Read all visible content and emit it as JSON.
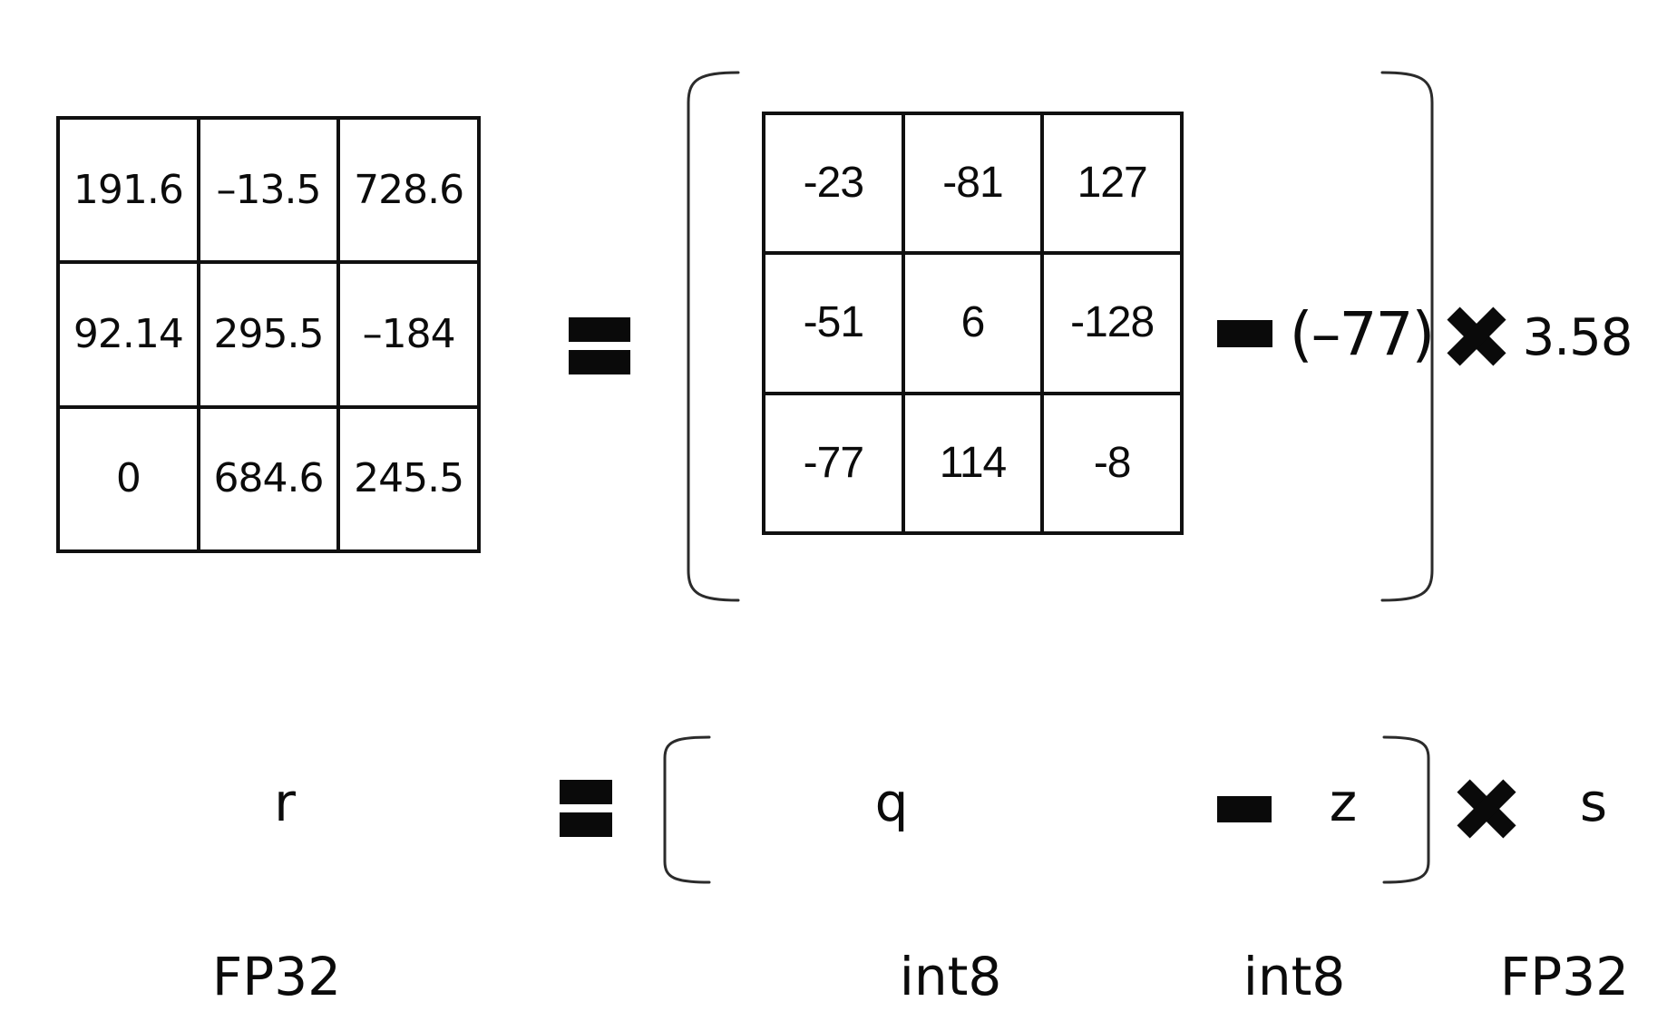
{
  "example_row": {
    "fp32_matrix": {
      "rows": [
        [
          "191.6",
          "–13.5",
          "728.6"
        ],
        [
          "92.14",
          "295.5",
          "–184"
        ],
        [
          "0",
          "684.6",
          "245.5"
        ]
      ]
    },
    "equals_operator": "=",
    "int8_matrix": {
      "rows": [
        [
          "-23",
          "-81",
          "127"
        ],
        [
          "-51",
          "6",
          "-128"
        ],
        [
          "-77",
          "114",
          "-8"
        ]
      ]
    },
    "minus_operator": "−",
    "zero_point_value": "(–77)",
    "multiply_operator": "✖",
    "scale_value": "3.58"
  },
  "symbol_row": {
    "real_value_symbol": "r",
    "equals_operator": "=",
    "quantized_symbol": "q",
    "minus_operator": "−",
    "zero_point_symbol": "z",
    "multiply_operator": "✖",
    "scale_symbol": "s"
  },
  "type_labels": {
    "real_dtype": "FP32",
    "quantized_dtype": "int8",
    "zero_point_dtype": "int8",
    "scale_dtype": "FP32"
  }
}
